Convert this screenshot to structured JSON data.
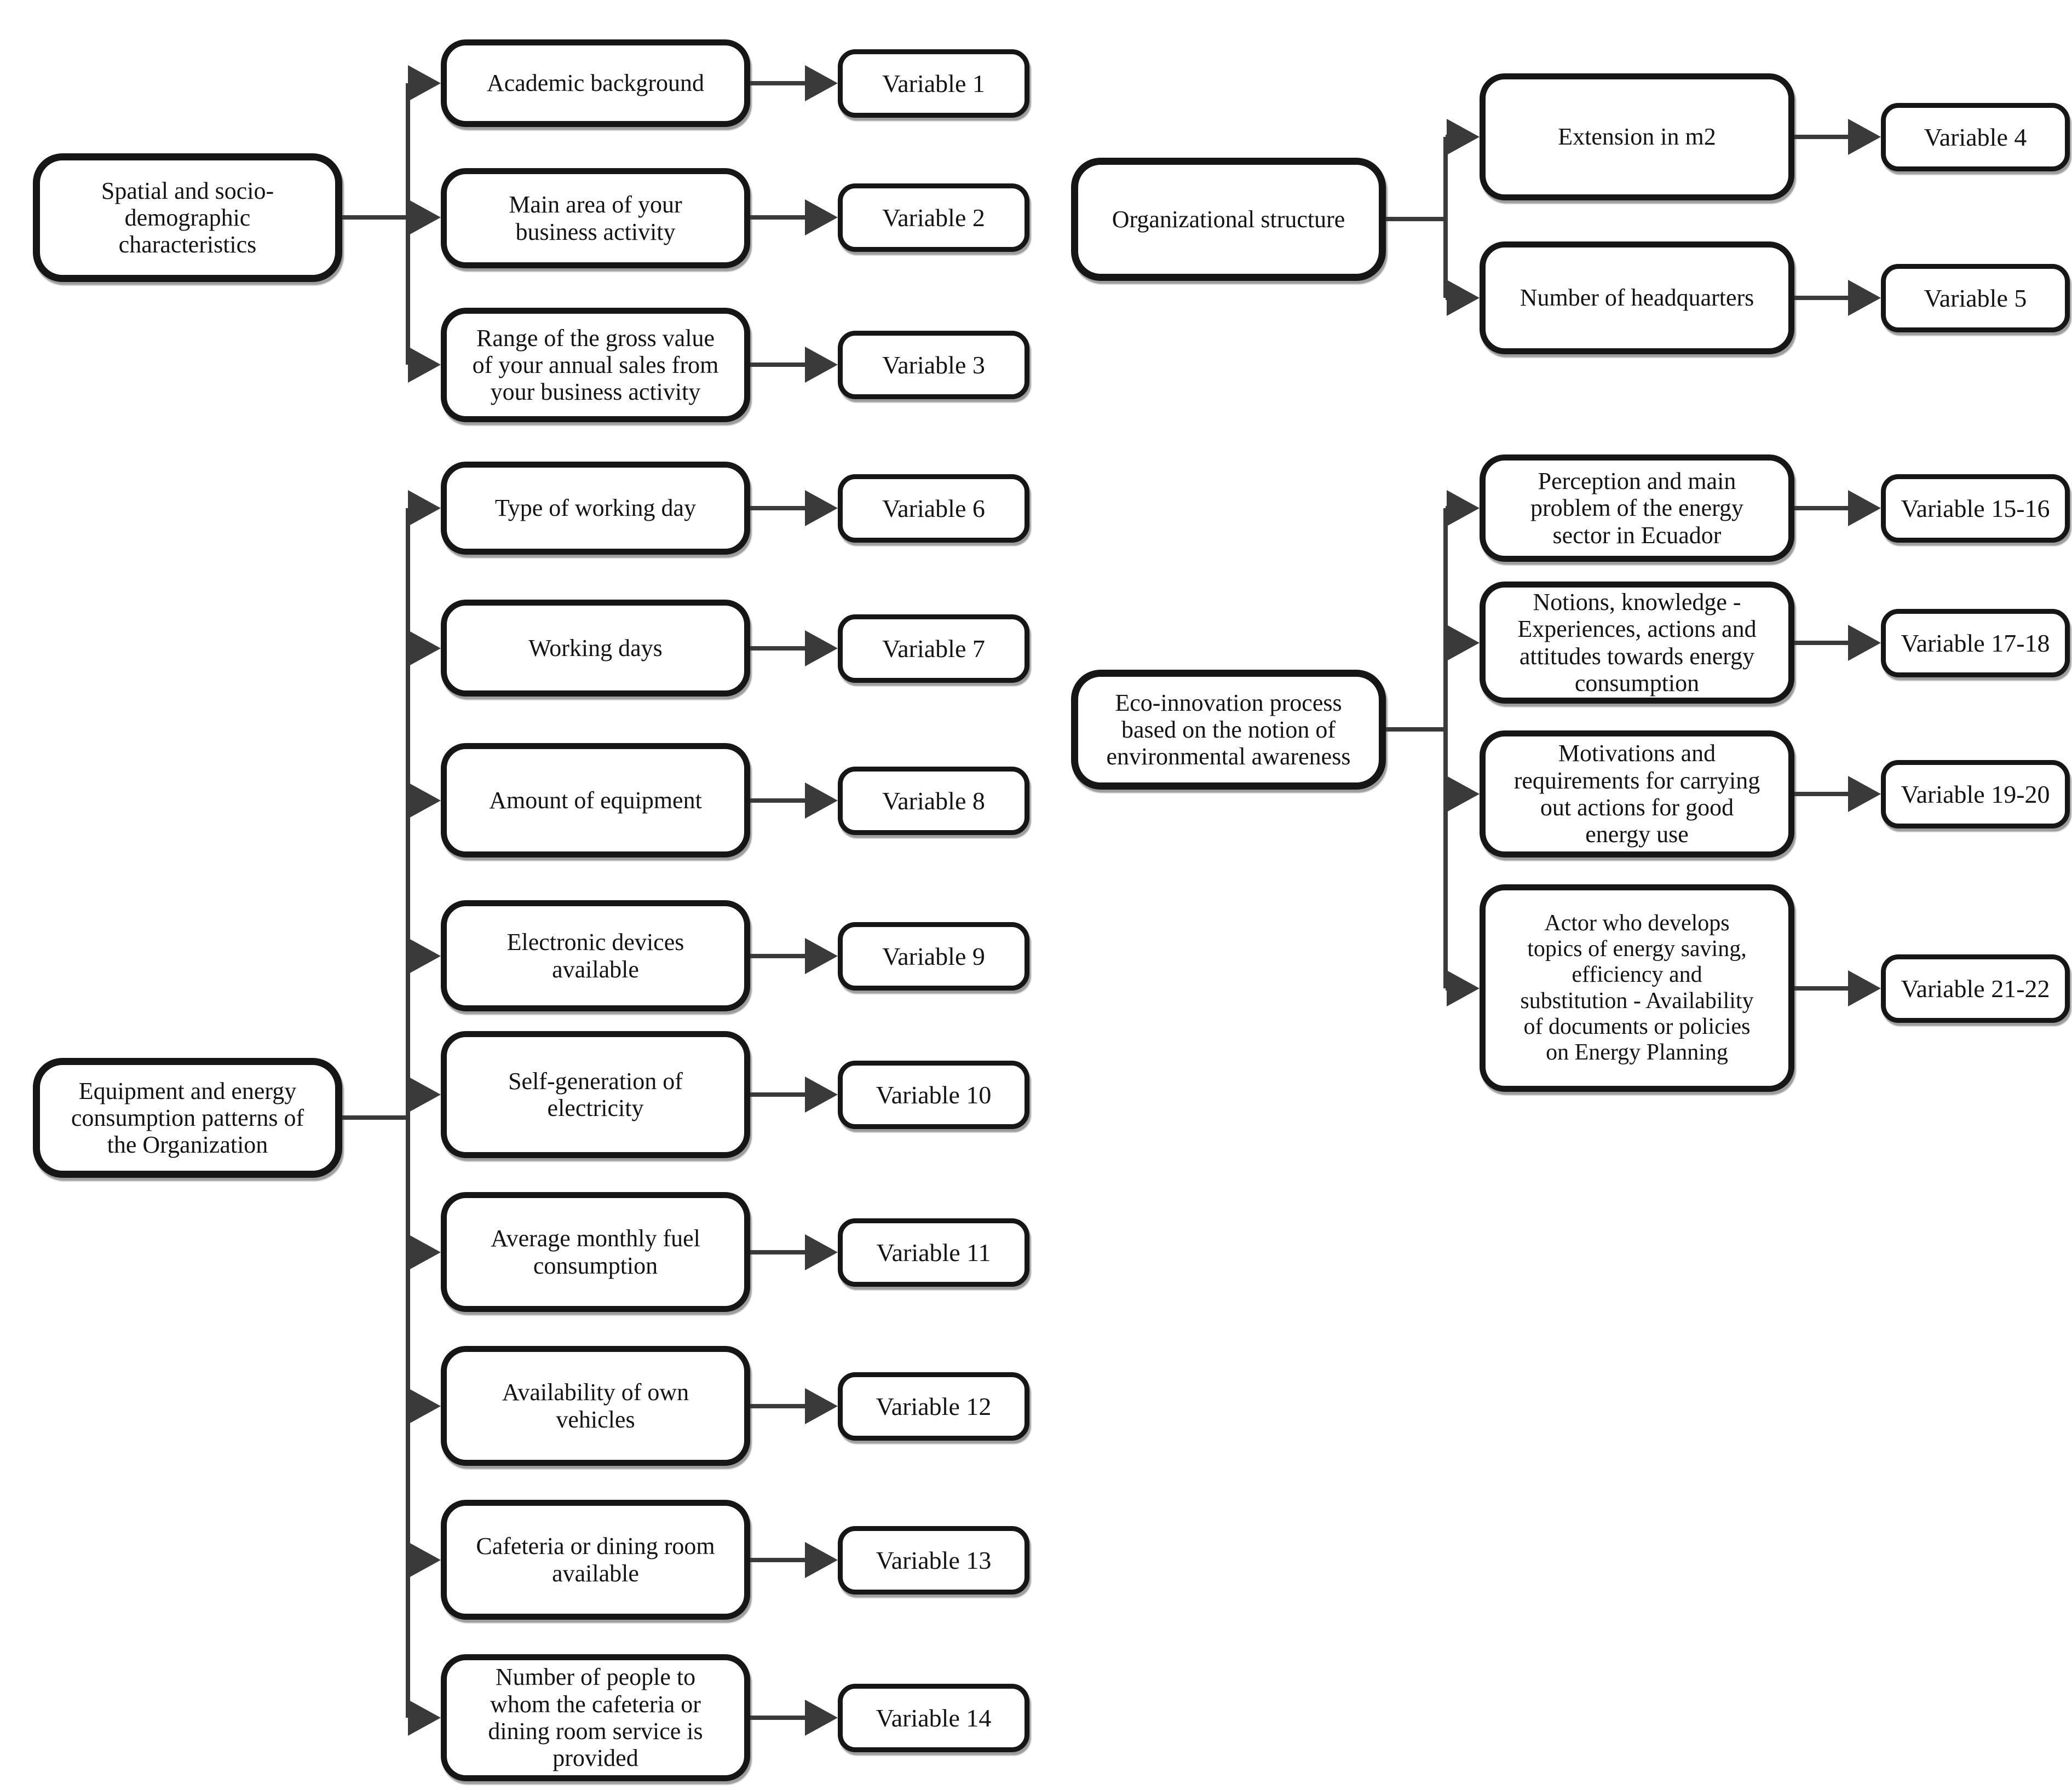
{
  "diagram": {
    "groups": [
      {
        "parent_label": "Spatial and socio-\ndemographic\ncharacteristics",
        "rows": [
          {
            "label": "Academic background",
            "variable": "Variable 1"
          },
          {
            "label": "Main area of your\nbusiness activity",
            "variable": "Variable 2"
          },
          {
            "label": "Range of the gross value\nof your annual sales from\nyour business activity",
            "variable": "Variable 3"
          }
        ]
      },
      {
        "parent_label": "Organizational structure",
        "rows": [
          {
            "label": "Extension in m2",
            "variable": "Variable 4"
          },
          {
            "label": "Number of headquarters",
            "variable": "Variable 5"
          }
        ]
      },
      {
        "parent_label": "Equipment and energy\nconsumption patterns of\nthe Organization",
        "rows": [
          {
            "label": "Type of working day",
            "variable": "Variable 6"
          },
          {
            "label": "Working days",
            "variable": "Variable 7"
          },
          {
            "label": "Amount of equipment",
            "variable": "Variable 8"
          },
          {
            "label": "Electronic devices\navailable",
            "variable": "Variable 9"
          },
          {
            "label": "Self-generation of\nelectricity",
            "variable": "Variable 10"
          },
          {
            "label": "Average monthly fuel\nconsumption",
            "variable": "Variable 11"
          },
          {
            "label": "Availability of own\nvehicles",
            "variable": "Variable 12"
          },
          {
            "label": "Cafeteria or dining room\navailable",
            "variable": "Variable 13"
          },
          {
            "label": "Number of people to\nwhom the cafeteria or\ndining room service is\nprovided",
            "variable": "Variable 14"
          }
        ]
      },
      {
        "parent_label": "Eco-innovation process\nbased on the notion of\nenvironmental awareness",
        "rows": [
          {
            "label": "Perception and main\nproblem of the energy\nsector in Ecuador",
            "variable": "Variable 15-16"
          },
          {
            "label": "Notions, knowledge -\nExperiences, actions and\nattitudes towards energy\nconsumption",
            "variable": "Variable 17-18"
          },
          {
            "label": "Motivations and\nrequirements for carrying\nout actions for good\nenergy use",
            "variable": "Variable 19-20"
          },
          {
            "label": "Actor who develops\ntopics of energy saving,\nefficiency and\nsubstitution - Availability\nof documents or policies\non Energy Planning",
            "variable": "Variable 21-22"
          }
        ]
      }
    ]
  }
}
